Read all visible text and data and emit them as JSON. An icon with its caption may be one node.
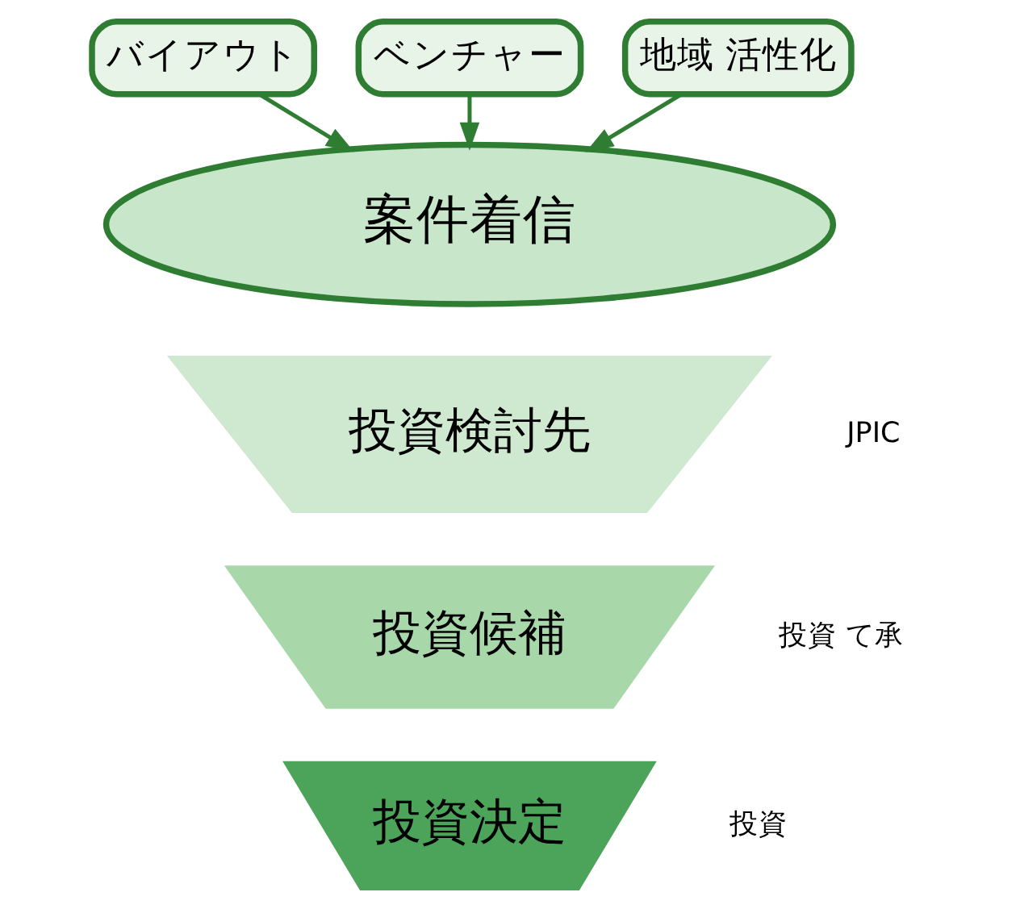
{
  "diagram": {
    "nodes": [
      {
        "text": [
          "バイアウト"
        ]
      },
      {
        "text": [
          "ベンチャー"
        ]
      },
      {
        "text": [
          "地域 活性化"
        ]
      },
      {
        "text": [
          "案件着信"
        ]
      },
      {
        "text": [
          "投資検討先"
        ]
      },
      {
        "text": [
          "投資候補"
        ]
      },
      {
        "text": [
          "投資決定"
        ]
      }
    ],
    "edges": [
      {
        "from": 0,
        "to": 3,
        "arrow": "to"
      },
      {
        "from": 1,
        "to": 3,
        "arrow": "to"
      },
      {
        "from": 2,
        "to": 3,
        "arrow": "to"
      }
    ],
    "labels": [
      "JPIC",
      "投資 て承",
      "投資"
    ]
  }
}
